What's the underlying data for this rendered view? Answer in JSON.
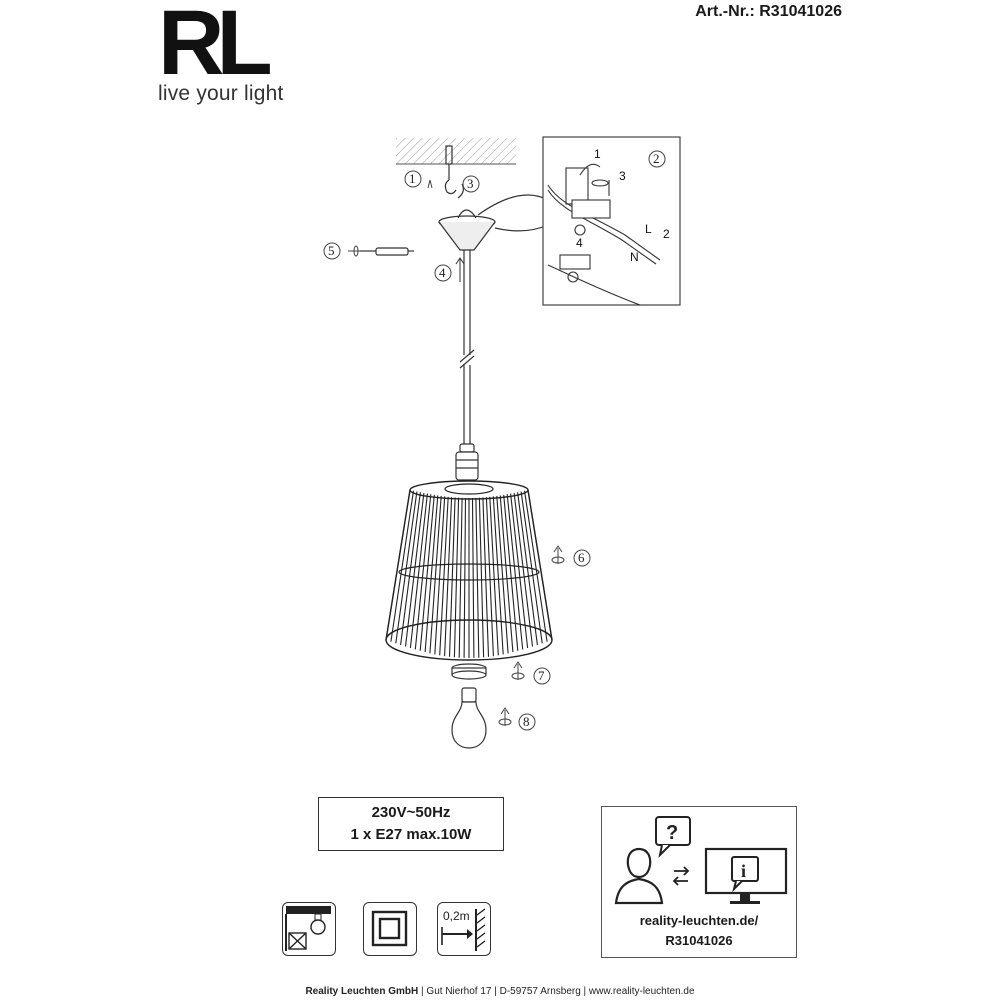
{
  "brand": {
    "logo_letters": "RL",
    "tagline": "live your light"
  },
  "article": {
    "label": "Art.-Nr.: R31041026"
  },
  "steps": [
    "1",
    "2",
    "3",
    "4",
    "5",
    "6",
    "7",
    "8"
  ],
  "inset": {
    "steps": [
      "1",
      "3",
      "4",
      "2"
    ],
    "wire_labels": [
      "L",
      "N"
    ]
  },
  "specs": {
    "voltage": "230V~50Hz",
    "bulb": "1 x E27 max.10W"
  },
  "info": {
    "url": "reality-leuchten.de/",
    "code": "R31041026",
    "question_glyph": "?",
    "info_glyph": "i"
  },
  "symbols": {
    "distance_label": "0,2m"
  },
  "footer": {
    "company": "Reality Leuchten GmbH",
    "address": " | Gut Nierhof 17 | D-59757 Arnsberg | www.reality-leuchten.de"
  }
}
